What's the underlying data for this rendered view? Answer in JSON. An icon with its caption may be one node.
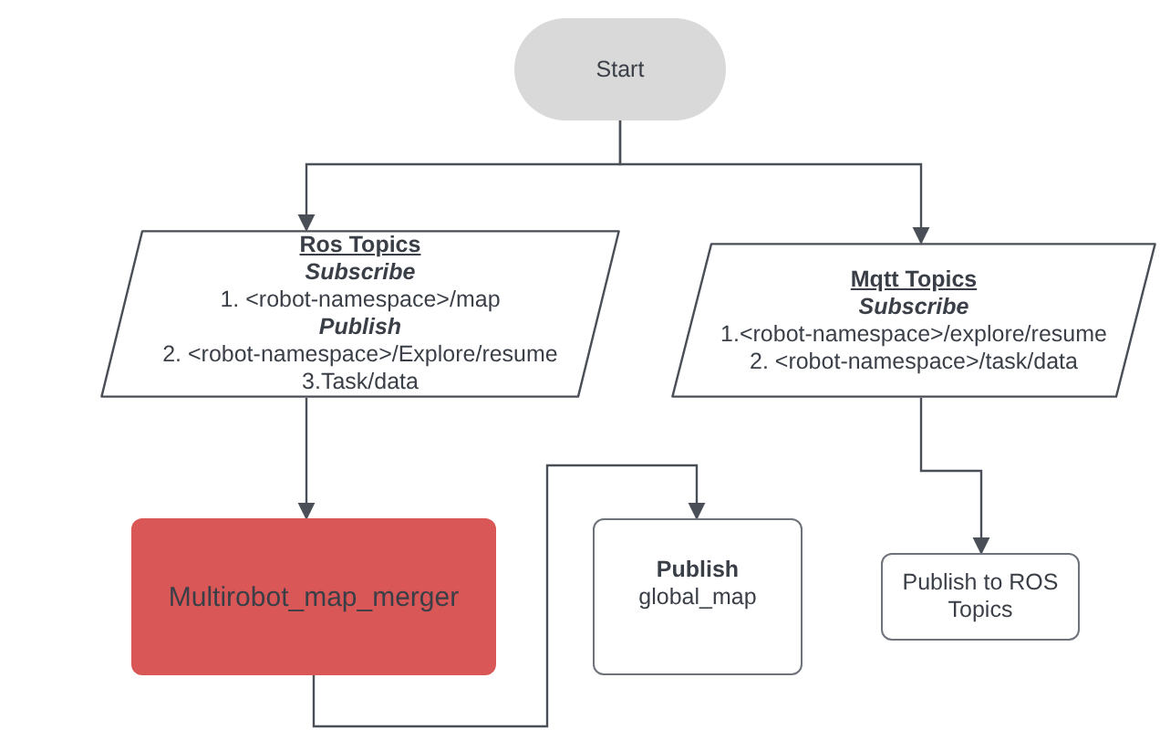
{
  "diagram": {
    "nodes": [
      {
        "text": [
          "Start"
        ]
      },
      {
        "text": [
          "Ros Topics",
          "Subscribe",
          "1. <robot-namespace>/map",
          "Publish",
          "2. <robot-namespace>/Explore/resume",
          "3.Task/data"
        ]
      },
      {
        "text": [
          "Mqtt Topics",
          "Subscribe",
          "1.<robot-namespace>/explore/resume",
          "2. <robot-namespace>/task/data"
        ]
      },
      {
        "text": [
          "Multirobot_map_merger"
        ]
      },
      {
        "text": [
          "Publish",
          "global_map"
        ]
      },
      {
        "text": [
          "Publish to ROS Topics"
        ]
      }
    ],
    "edges": [
      {
        "from": 0,
        "to": 1,
        "arrow": "to"
      },
      {
        "from": 0,
        "to": 2,
        "arrow": "to"
      },
      {
        "from": 1,
        "to": 3,
        "arrow": "to"
      },
      {
        "from": 3,
        "to": 4,
        "arrow": "to"
      },
      {
        "from": 2,
        "to": 5,
        "arrow": "to"
      }
    ]
  }
}
